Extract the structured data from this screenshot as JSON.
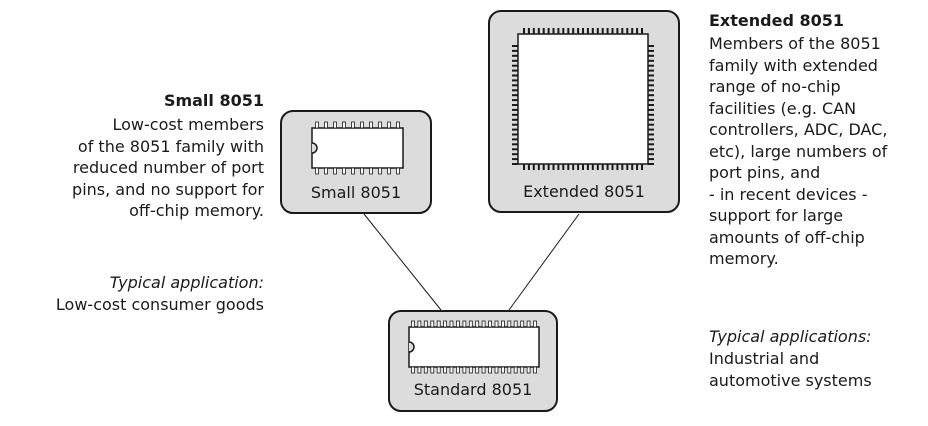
{
  "small": {
    "heading": "Small 8051",
    "description": "Low-cost members\nof the 8051 family with\nreduced number of port\npins, and no support for\noff-chip memory.",
    "application_label": "Typical application:",
    "application": "Low-cost consumer goods",
    "chip_label": "Small 8051"
  },
  "extended": {
    "heading": "Extended 8051",
    "description": "Members of the 8051\nfamily with extended\nrange of no-chip\nfacilities (e.g. CAN\ncontrollers, ADC, DAC,\netc), large numbers of\nport pins, and\n- in recent devices -\nsupport for large\namounts of off-chip\nmemory.",
    "application_label": "Typical applications:",
    "application": "Industrial and\nautomotive systems",
    "chip_label": "Extended 8051"
  },
  "standard": {
    "chip_label": "Standard 8051"
  }
}
